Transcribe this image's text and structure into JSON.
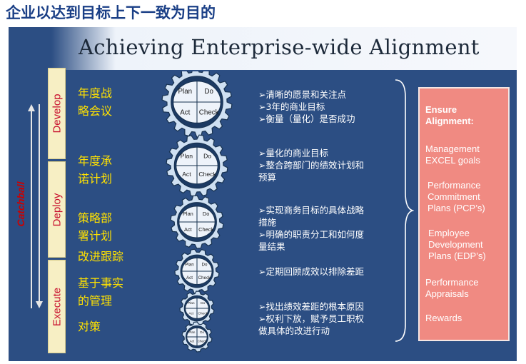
{
  "page_title": "企业以达到目标上下一致为目的",
  "main_title": "Achieving Enterprise-wide Alignment",
  "catchball": "Catchball",
  "phases": [
    {
      "label": "Develop"
    },
    {
      "label": "Deploy"
    },
    {
      "label": "Execute"
    }
  ],
  "steps": [
    {
      "lines": [
        "年度战",
        "略会议"
      ]
    },
    {
      "lines": [
        "年度承",
        "诺计划"
      ]
    },
    {
      "lines": [
        "策略部",
        "署计划"
      ]
    },
    {
      "lines": [
        "改进跟踪"
      ]
    },
    {
      "lines": [
        "基于事实",
        "的管理"
      ]
    },
    {
      "lines": [
        "对策"
      ]
    }
  ],
  "pdca": {
    "plan": "Plan",
    "do": "Do",
    "act": "Act",
    "check": "Check"
  },
  "bullet_groups": [
    [
      "➢清晰的愿景和关注点",
      "➢3年的商业目标",
      "➢衡量（量化）是否成功"
    ],
    [
      "➢量化的商业目标",
      "➢整合跨部门的绩效计划和",
      "预算"
    ],
    [
      "➢实现商务目标的具体战略",
      "措施",
      "➢明确的职责分工和如何度",
      "量结果"
    ],
    [
      "➢定期回顾成效以排除差距"
    ],
    [
      "➢找出绩效差距的根本原因",
      "➢权利下放，赋予员工职权",
      "做具体的改进行动"
    ]
  ],
  "alignment": {
    "heading": [
      "Ensure",
      "Alignment:"
    ],
    "items": [
      [
        "Management",
        "EXCEL goals"
      ],
      [
        "Performance",
        "Commitment",
        "Plans (PCP’s)"
      ],
      [
        "Employee",
        "Development",
        "Plans (EDP’s)"
      ],
      [
        "Performance",
        "Appraisals"
      ],
      [
        "Rewards"
      ]
    ]
  }
}
